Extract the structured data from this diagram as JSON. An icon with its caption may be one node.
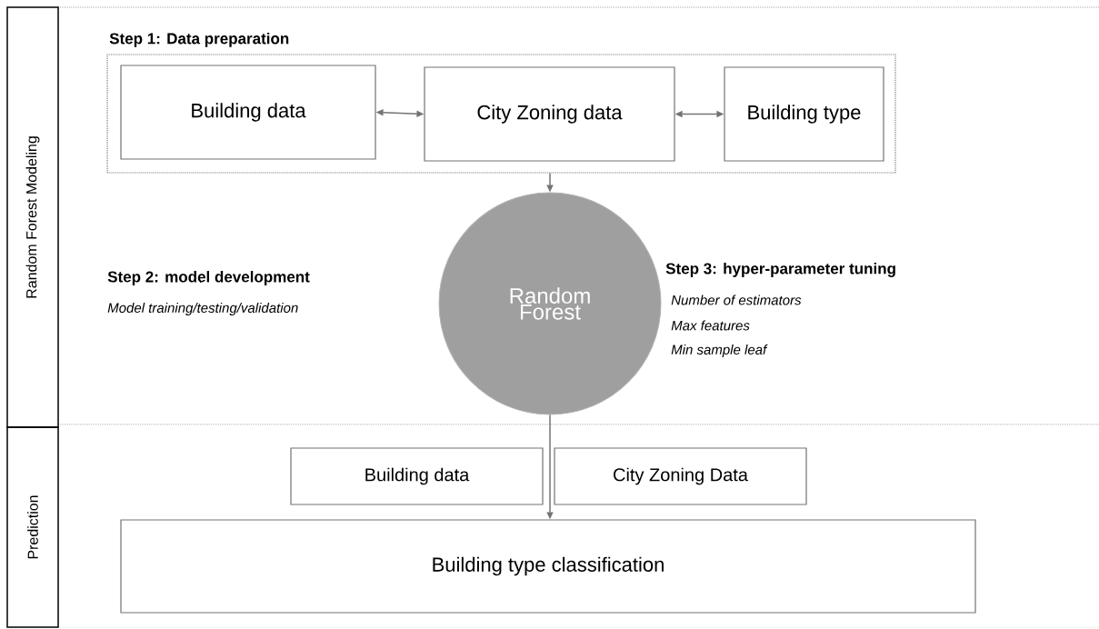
{
  "diagram": {
    "nodes": [
      {
        "text": [
          "Random Forest Modeling"
        ]
      },
      {
        "text": [
          "Prediction"
        ]
      },
      {
        "text": [
          "Step 1: Data preparation"
        ]
      },
      {
        "text": [
          "Building data"
        ],
        "in": 2
      },
      {
        "text": [
          "City Zoning data"
        ],
        "in": 2
      },
      {
        "text": [
          "Building type"
        ],
        "in": 2
      },
      {
        "text": [
          "Random Forest"
        ],
        "beside": [
          "Step 2: model development",
          "Model training/testing/validation",
          "Step 3: hyper-parameter tuning",
          "Number of estimators",
          "Max features",
          "Min sample leaf"
        ]
      },
      {
        "text": [
          "Building data"
        ]
      },
      {
        "text": [
          "City Zoning Data"
        ]
      },
      {
        "text": [
          "Building type classification"
        ]
      }
    ],
    "edges": [
      {
        "from": 3,
        "to": 4,
        "arrow": "both"
      },
      {
        "from": 4,
        "to": 5,
        "arrow": "both"
      },
      {
        "from": 2,
        "to": 6,
        "arrow": "to"
      },
      {
        "from": 6,
        "to": 9,
        "arrow": "to"
      }
    ]
  }
}
